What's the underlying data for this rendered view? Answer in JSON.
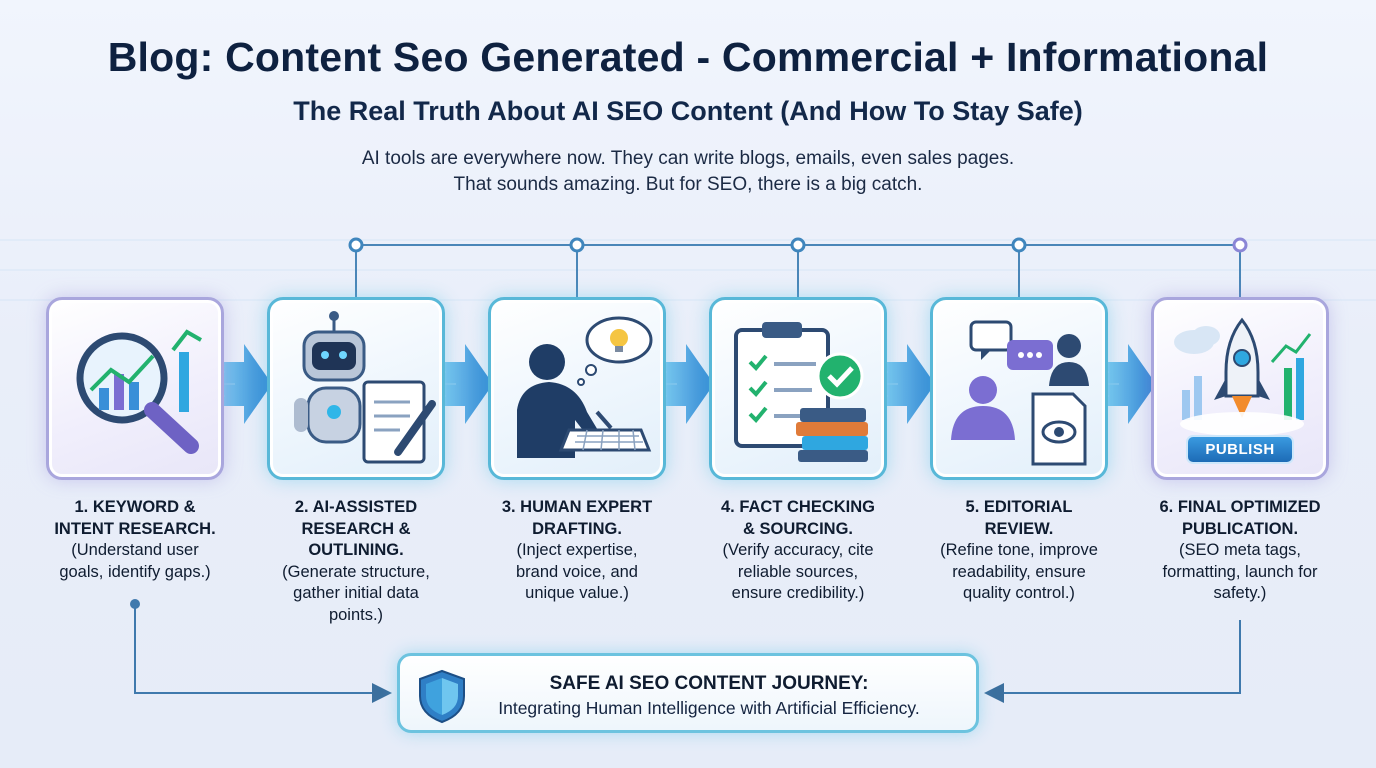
{
  "header": {
    "title": "Blog: Content Seo Generated - Commercial + Informational",
    "subtitle": "The Real Truth About AI SEO Content (And How To Stay Safe)",
    "intro_lines": [
      "AI tools are everywhere now. They can write blogs, emails, even sales pages.",
      "That sounds amazing. But for SEO, there is a big catch."
    ]
  },
  "steps": [
    {
      "title_lines": [
        "1. KEYWORD &",
        "INTENT RESEARCH."
      ],
      "desc_lines": [
        "(Understand user",
        "goals, identify gaps.)"
      ],
      "icon": "magnifier-chart-icon"
    },
    {
      "title_lines": [
        "2. AI-ASSISTED",
        "RESEARCH &",
        "OUTLINING."
      ],
      "desc_lines": [
        "(Generate structure,",
        "gather initial data",
        "points.)"
      ],
      "icon": "robot-notepad-icon"
    },
    {
      "title_lines": [
        "3. HUMAN EXPERT",
        "DRAFTING."
      ],
      "desc_lines": [
        "(Inject expertise,",
        "brand voice, and",
        "unique value.)"
      ],
      "icon": "person-writing-icon"
    },
    {
      "title_lines": [
        "4. FACT CHECKING",
        "& SOURCING."
      ],
      "desc_lines": [
        "(Verify accuracy, cite",
        "reliable sources,",
        "ensure credibility.)"
      ],
      "icon": "checklist-books-icon"
    },
    {
      "title_lines": [
        "5. EDITORIAL",
        "REVIEW."
      ],
      "desc_lines": [
        "(Refine tone, improve",
        "readability, ensure",
        "quality control.)"
      ],
      "icon": "people-chat-review-icon"
    },
    {
      "title_lines": [
        "6. FINAL OPTIMIZED",
        "PUBLICATION."
      ],
      "desc_lines": [
        "(SEO meta tags,",
        "formatting, launch for",
        "safety.)"
      ],
      "icon": "rocket-publish-icon",
      "badge": "PUBLISH"
    }
  ],
  "footer": {
    "title": "SAFE AI SEO CONTENT JOURNEY:",
    "subtitle": "Integrating Human Intelligence with Artificial Efficiency.",
    "icon": "shield-icon"
  },
  "colors": {
    "title": "#0e2140",
    "card_border": "#58b8d8",
    "card_border_end": "#a9a6dd",
    "arrow": "#2f8fd6",
    "connector": "#3d78a8",
    "accent_green": "#22b26e"
  }
}
